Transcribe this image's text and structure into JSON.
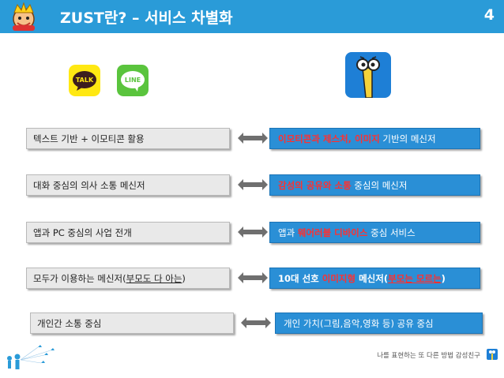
{
  "header": {
    "title": "ZUST란? – 서비스 차별화",
    "page_number": "4"
  },
  "icons": {
    "kakaotalk_label": "TALK",
    "line_label": "LINE"
  },
  "rows": [
    {
      "left": [
        {
          "t": "텍스트 기반 + 이모티콘 활용"
        }
      ],
      "right": [
        {
          "t": "이모티콘과 제스처, 이미지",
          "s": "hl"
        },
        {
          "t": " 기반의 메신저"
        }
      ]
    },
    {
      "left": [
        {
          "t": "대화 중심의 의사 소통 메신저"
        }
      ],
      "right": [
        {
          "t": "감성의 공유와 소통",
          "s": "hl"
        },
        {
          "t": " 중심의 메신저"
        }
      ]
    },
    {
      "left": [
        {
          "t": "앱과 PC 중심의 사업 전개"
        }
      ],
      "right": [
        {
          "t": "앱과 "
        },
        {
          "t": "웨어러블 디바이스",
          "s": "hl"
        },
        {
          "t": " 중심 서비스"
        }
      ]
    },
    {
      "left": [
        {
          "t": "모두가 이용하는 메신저("
        },
        {
          "t": "부모도 다 아는",
          "s": "ul"
        },
        {
          "t": ")"
        }
      ],
      "right": [
        {
          "t": "10대 선호 ",
          "s": "b"
        },
        {
          "t": "이미지형",
          "s": "hl"
        },
        {
          "t": " 메신저(",
          "s": "b"
        },
        {
          "t": "부모는 모르는",
          "s": "hl ul"
        },
        {
          "t": ")",
          "s": "b"
        }
      ]
    },
    {
      "left": [
        {
          "t": "개인간 소통 중심"
        }
      ],
      "right": [
        {
          "t": "개인 가치(그림,음악,영화 등) 공유 중심"
        }
      ]
    }
  ],
  "footer": {
    "text": "나를 표현하는 또 다른 방법 감성친구"
  },
  "colors": {
    "header": "#2a9bd8",
    "accent_box": "#2a8fd6",
    "highlight": "#ff3030",
    "kakao": "#ffe812",
    "line": "#5ac43d"
  }
}
